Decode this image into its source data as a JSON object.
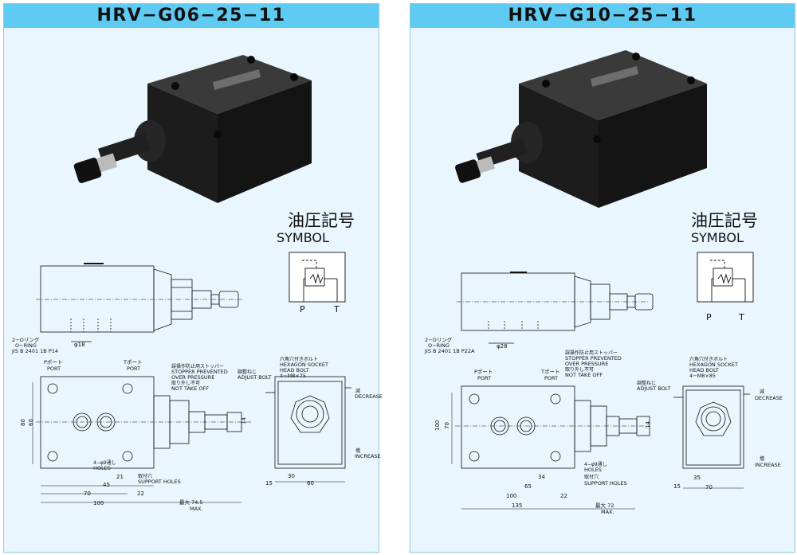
{
  "left": {
    "title": "HRV−G06−25−11",
    "symbol_jp": "油圧記号",
    "symbol_en": "SYMBOL",
    "port_p": "P",
    "port_t": "T",
    "oring": [
      "2−Oリング",
      "O−RING",
      "JIS B 2401 1B P14"
    ],
    "dim_phi": "φ18",
    "p_port": [
      "Pポート",
      "PORT"
    ],
    "t_port": [
      "Tポート",
      "PORT"
    ],
    "stopper": [
      "誤操作防止用ストッパー",
      "STOPPER PREVENTED",
      "OVER PRESSURE",
      "取り外し不可",
      "NOT TAKE OFF"
    ],
    "adjust": [
      "調整ねじ",
      "ADJUST BOLT"
    ],
    "hexagon": [
      "六角穴付きボルト",
      "HEXAGON SOCKET",
      "HEAD BOLT",
      "4−M8×75"
    ],
    "holes": [
      "4−φ9通し",
      "HOLES",
      "取付穴",
      "SUPPORT HOLES"
    ],
    "decrease": [
      "減",
      "DECREASE"
    ],
    "increase": [
      "増",
      "INCREASE"
    ],
    "dims": {
      "d80": "80",
      "d60": "60",
      "d21": "21",
      "d45": "45",
      "d70": "70",
      "d22": "22",
      "d100": "100",
      "dmax": "最大 74.5",
      "dmaxen": "MAX.",
      "d14": "14",
      "d15": "15",
      "d30": "30",
      "d60b": "60"
    }
  },
  "right": {
    "title": "HRV−G10−25−11",
    "symbol_jp": "油圧記号",
    "symbol_en": "SYMBOL",
    "port_p": "P",
    "port_t": "T",
    "oring": [
      "2−Oリング",
      "O−RING",
      "JIS B 2401 1B P22A"
    ],
    "dim_phi": "φ28",
    "p_port": [
      "Pポート",
      "PORT"
    ],
    "t_port": [
      "Tポート",
      "PORT"
    ],
    "stopper": [
      "誤操作防止用ストッパー",
      "STOPPER PREVENTED",
      "OVER PRESSURE",
      "取り外し不可",
      "NOT TAKE OFF"
    ],
    "adjust": [
      "調整ねじ",
      "ADJUST BOLT"
    ],
    "hexagon": [
      "六角穴付きボルト",
      "HEXAGON SOCKET",
      "HEAD BOLT",
      "4−M8×85"
    ],
    "holes": [
      "4−φ9通し",
      "HOLES",
      "取付穴",
      "SUPPORT HOLES"
    ],
    "decrease": [
      "減",
      "DECREASE"
    ],
    "increase": [
      "増",
      "INCREASE"
    ],
    "dims": {
      "d100": "100",
      "d70": "70",
      "d34": "34",
      "d65": "65",
      "d100b": "100",
      "d22": "22",
      "d135": "135",
      "dmax": "最大 72",
      "dmaxen": "MAX.",
      "d14": "14",
      "d15": "15",
      "d35": "35",
      "d70b": "70"
    }
  }
}
